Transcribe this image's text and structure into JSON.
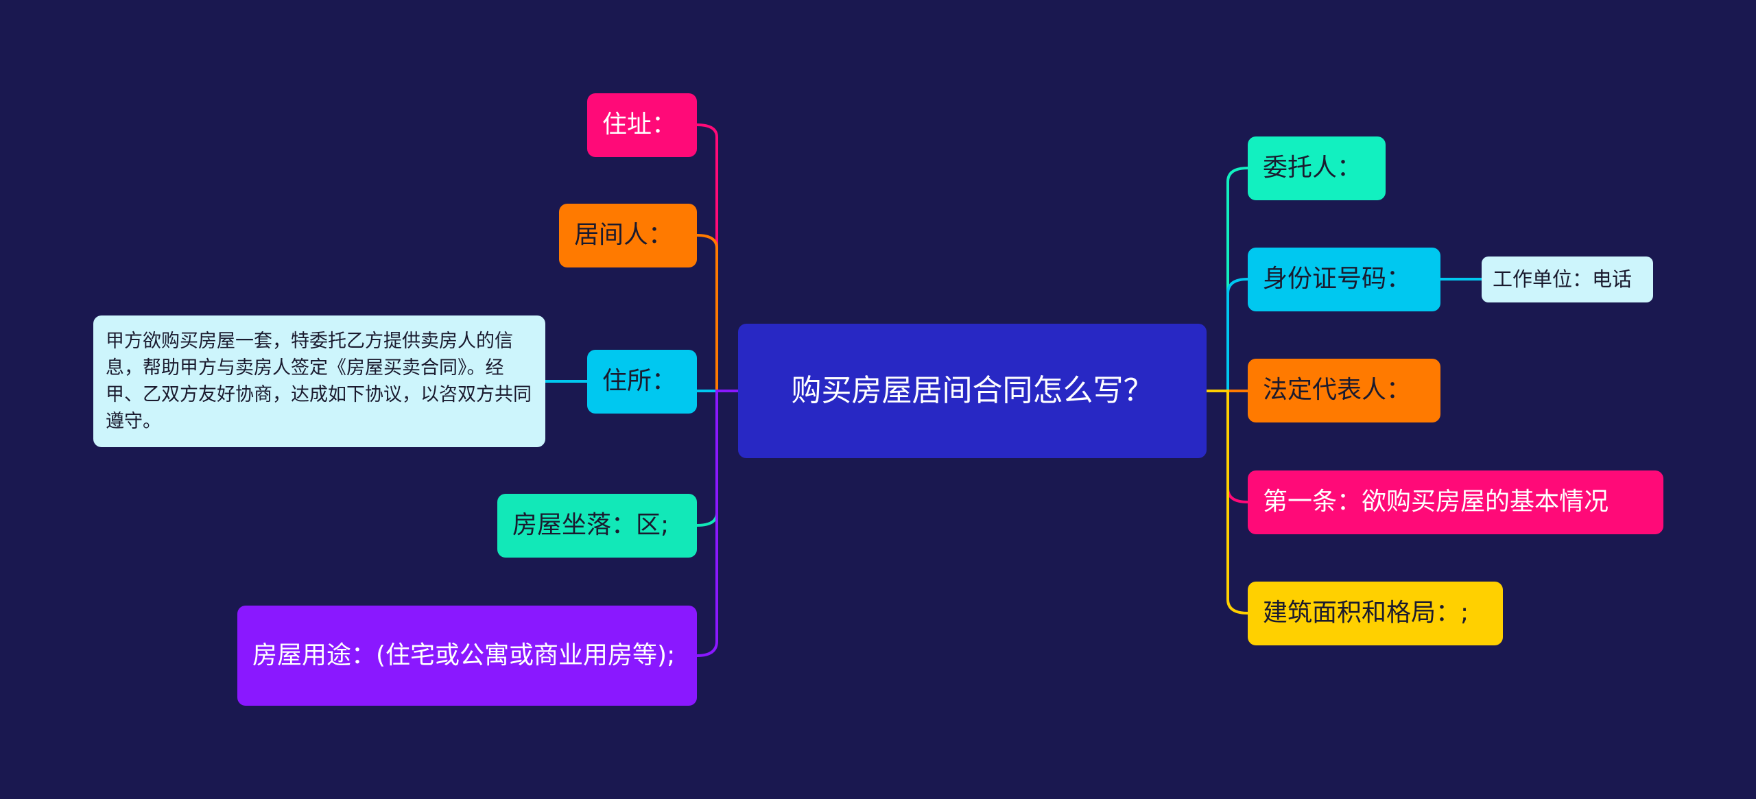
{
  "center": {
    "title": "购买房屋居间合同怎么写？",
    "color": "#2828c4"
  },
  "left": [
    {
      "label": "住址：",
      "color": "#ff0a78"
    },
    {
      "label": "居间人：",
      "color": "#ff7a00"
    },
    {
      "label": "住所：",
      "color": "#00c8f0",
      "child": "甲方欲购买房屋一套，特委托乙方提供卖房人的信息，帮助甲方与卖房人签定《房屋买卖合同》。经甲、乙双方友好协商，达成如下协议，以咨双方共同遵守。"
    },
    {
      "label": "房屋坐落：区;",
      "color": "#12e8b8"
    },
    {
      "label": "房屋用途：(住宅或公寓或商业用房等);",
      "color": "#8a18ff"
    }
  ],
  "right": [
    {
      "label": "委托人：",
      "color": "#12f0c0"
    },
    {
      "label": "身份证号码：",
      "color": "#00c8f0",
      "child": "工作单位：电话"
    },
    {
      "label": "法定代表人：",
      "color": "#ff7a00"
    },
    {
      "label": "第一条：欲购买房屋的基本情况",
      "color": "#ff0a78"
    },
    {
      "label": "建筑面积和格局：;",
      "color": "#ffd000"
    }
  ]
}
